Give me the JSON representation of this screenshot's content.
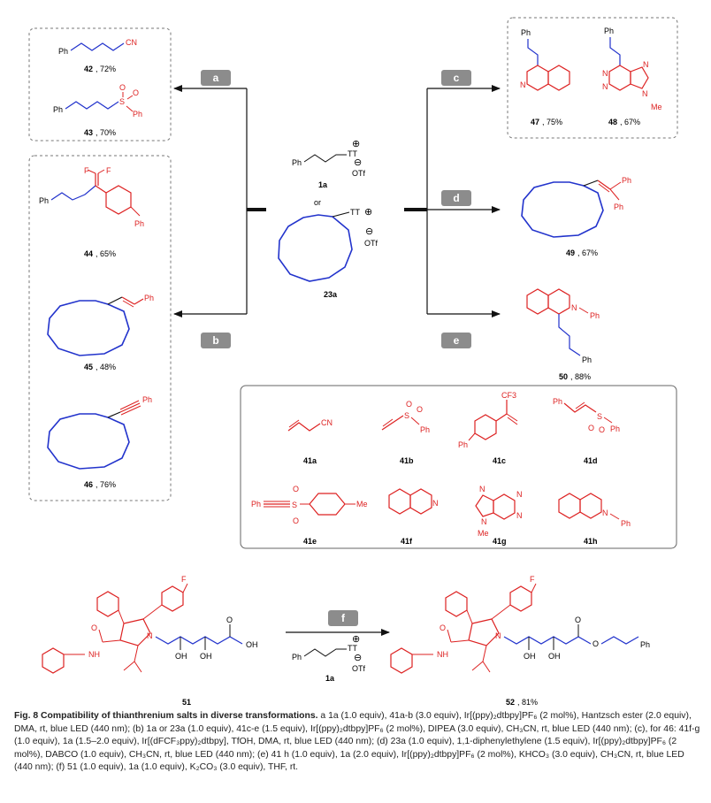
{
  "colors": {
    "blue": "#2233cc",
    "red": "#dd2222",
    "black": "#111111",
    "dash": "#777777",
    "pill": "#8c8c8c"
  },
  "steps": {
    "a": "a",
    "b": "b",
    "c": "c",
    "d": "d",
    "e": "e",
    "f": "f"
  },
  "reagent_1a": {
    "ph": "Ph",
    "tt": "TT",
    "plus": "⊕",
    "minus": "⊖",
    "otf": "OTf",
    "label": "1a"
  },
  "or": "or",
  "reagent_23a": {
    "tt": "TT",
    "plus": "⊕",
    "minus": "⊖",
    "otf": "OTf",
    "label": "23a"
  },
  "products": {
    "p42": {
      "ph": "Ph",
      "cn": "CN",
      "label": "42",
      "yield": ", 72%"
    },
    "p43": {
      "ph": "Ph",
      "s": "S",
      "o": "O",
      "ph2": "Ph",
      "label": "43",
      "yield": ", 70%"
    },
    "p44": {
      "ph": "Ph",
      "f1": "F",
      "f2": "F",
      "ph2": "Ph",
      "label": "44",
      "yield": ", 65%"
    },
    "p45": {
      "ph": "Ph",
      "label": "45",
      "yield": ", 48%"
    },
    "p46": {
      "ph": "Ph",
      "label": "46",
      "yield": ", 76%"
    },
    "p47": {
      "ph": "Ph",
      "n": "N",
      "label": "47",
      "yield": ", 75%"
    },
    "p48": {
      "ph": "Ph",
      "n1": "N",
      "n2": "N",
      "n3": "N",
      "n4": "N",
      "me": "Me",
      "label": "48",
      "yield": ", 67%"
    },
    "p49": {
      "ph1": "Ph",
      "ph2": "Ph",
      "label": "49",
      "yield": ", 67%"
    },
    "p50": {
      "n": "N",
      "ph": "Ph",
      "ph2": "Ph",
      "label": "50",
      "yield": ", 88%"
    }
  },
  "substrates": {
    "s41a": {
      "cn": "CN",
      "label": "41a"
    },
    "s41b": {
      "s": "S",
      "o": "O",
      "ph": "Ph",
      "label": "41b"
    },
    "s41c": {
      "cf3": "CF3",
      "ph": "Ph",
      "label": "41c"
    },
    "s41d": {
      "ph": "Ph",
      "s": "S",
      "o": "O",
      "ph2": "Ph",
      "label": "41d"
    },
    "s41e": {
      "ph": "Ph",
      "s": "S",
      "o": "O",
      "me": "Me",
      "label": "41e"
    },
    "s41f": {
      "n": "N",
      "label": "41f"
    },
    "s41g": {
      "n": "N",
      "me": "Me",
      "label": "41g"
    },
    "s41h": {
      "n": "N",
      "ph": "Ph",
      "label": "41h"
    }
  },
  "bottom": {
    "s51": {
      "f": "F",
      "o": "O",
      "nh": "NH",
      "n": "N",
      "oh1": "OH",
      "oh2": "OH",
      "oh3": "OH",
      "label": "51"
    },
    "s52": {
      "f": "F",
      "o": "O",
      "nh": "NH",
      "n": "N",
      "oh1": "OH",
      "oh2": "OH",
      "ph": "Ph",
      "label": "52",
      "yield": ", 81%"
    }
  },
  "caption": {
    "title": "Fig. 8 Compatibility of thianthrenium salts in diverse transformations.",
    "body": " a 1a (1.0 equiv), 41a-b (3.0 equiv), Ir[(ppy)₂dtbpy]PF₆ (2 mol%), Hantzsch ester (2.0 equiv), DMA, rt, blue LED (440 nm); (b) 1a or 23a (1.0 equiv), 41c-e (1.5 equiv), Ir[(ppy)₂dtbpy]PF₆ (2 mol%), DIPEA (3.0 equiv), CH₃CN, rt, blue LED (440 nm); (c), for 46: 41f-g (1.0 equiv), 1a (1.5–2.0 equiv), Ir[(dFCF₃ppy)₂dtbpy], TfOH, DMA, rt, blue LED (440 nm); (d) 23a (1.0 equiv), 1,1-diphenylethylene (1.5 equiv), Ir[(ppy)₂dtbpy]PF₆ (2 mol%), DABCO (1.0 equiv), CH₃CN, rt, blue LED (440 nm); (e) 41 h (1.0 equiv), 1a (2.0 equiv), Ir[(ppy)₂dtbpy]PF₆ (2 mol%), KHCO₃ (3.0 equiv), CH₃CN, rt, blue LED (440 nm); (f) 51 (1.0 equiv), 1a (1.0 equiv), K₂CO₃ (3.0 equiv), THF, rt."
  }
}
